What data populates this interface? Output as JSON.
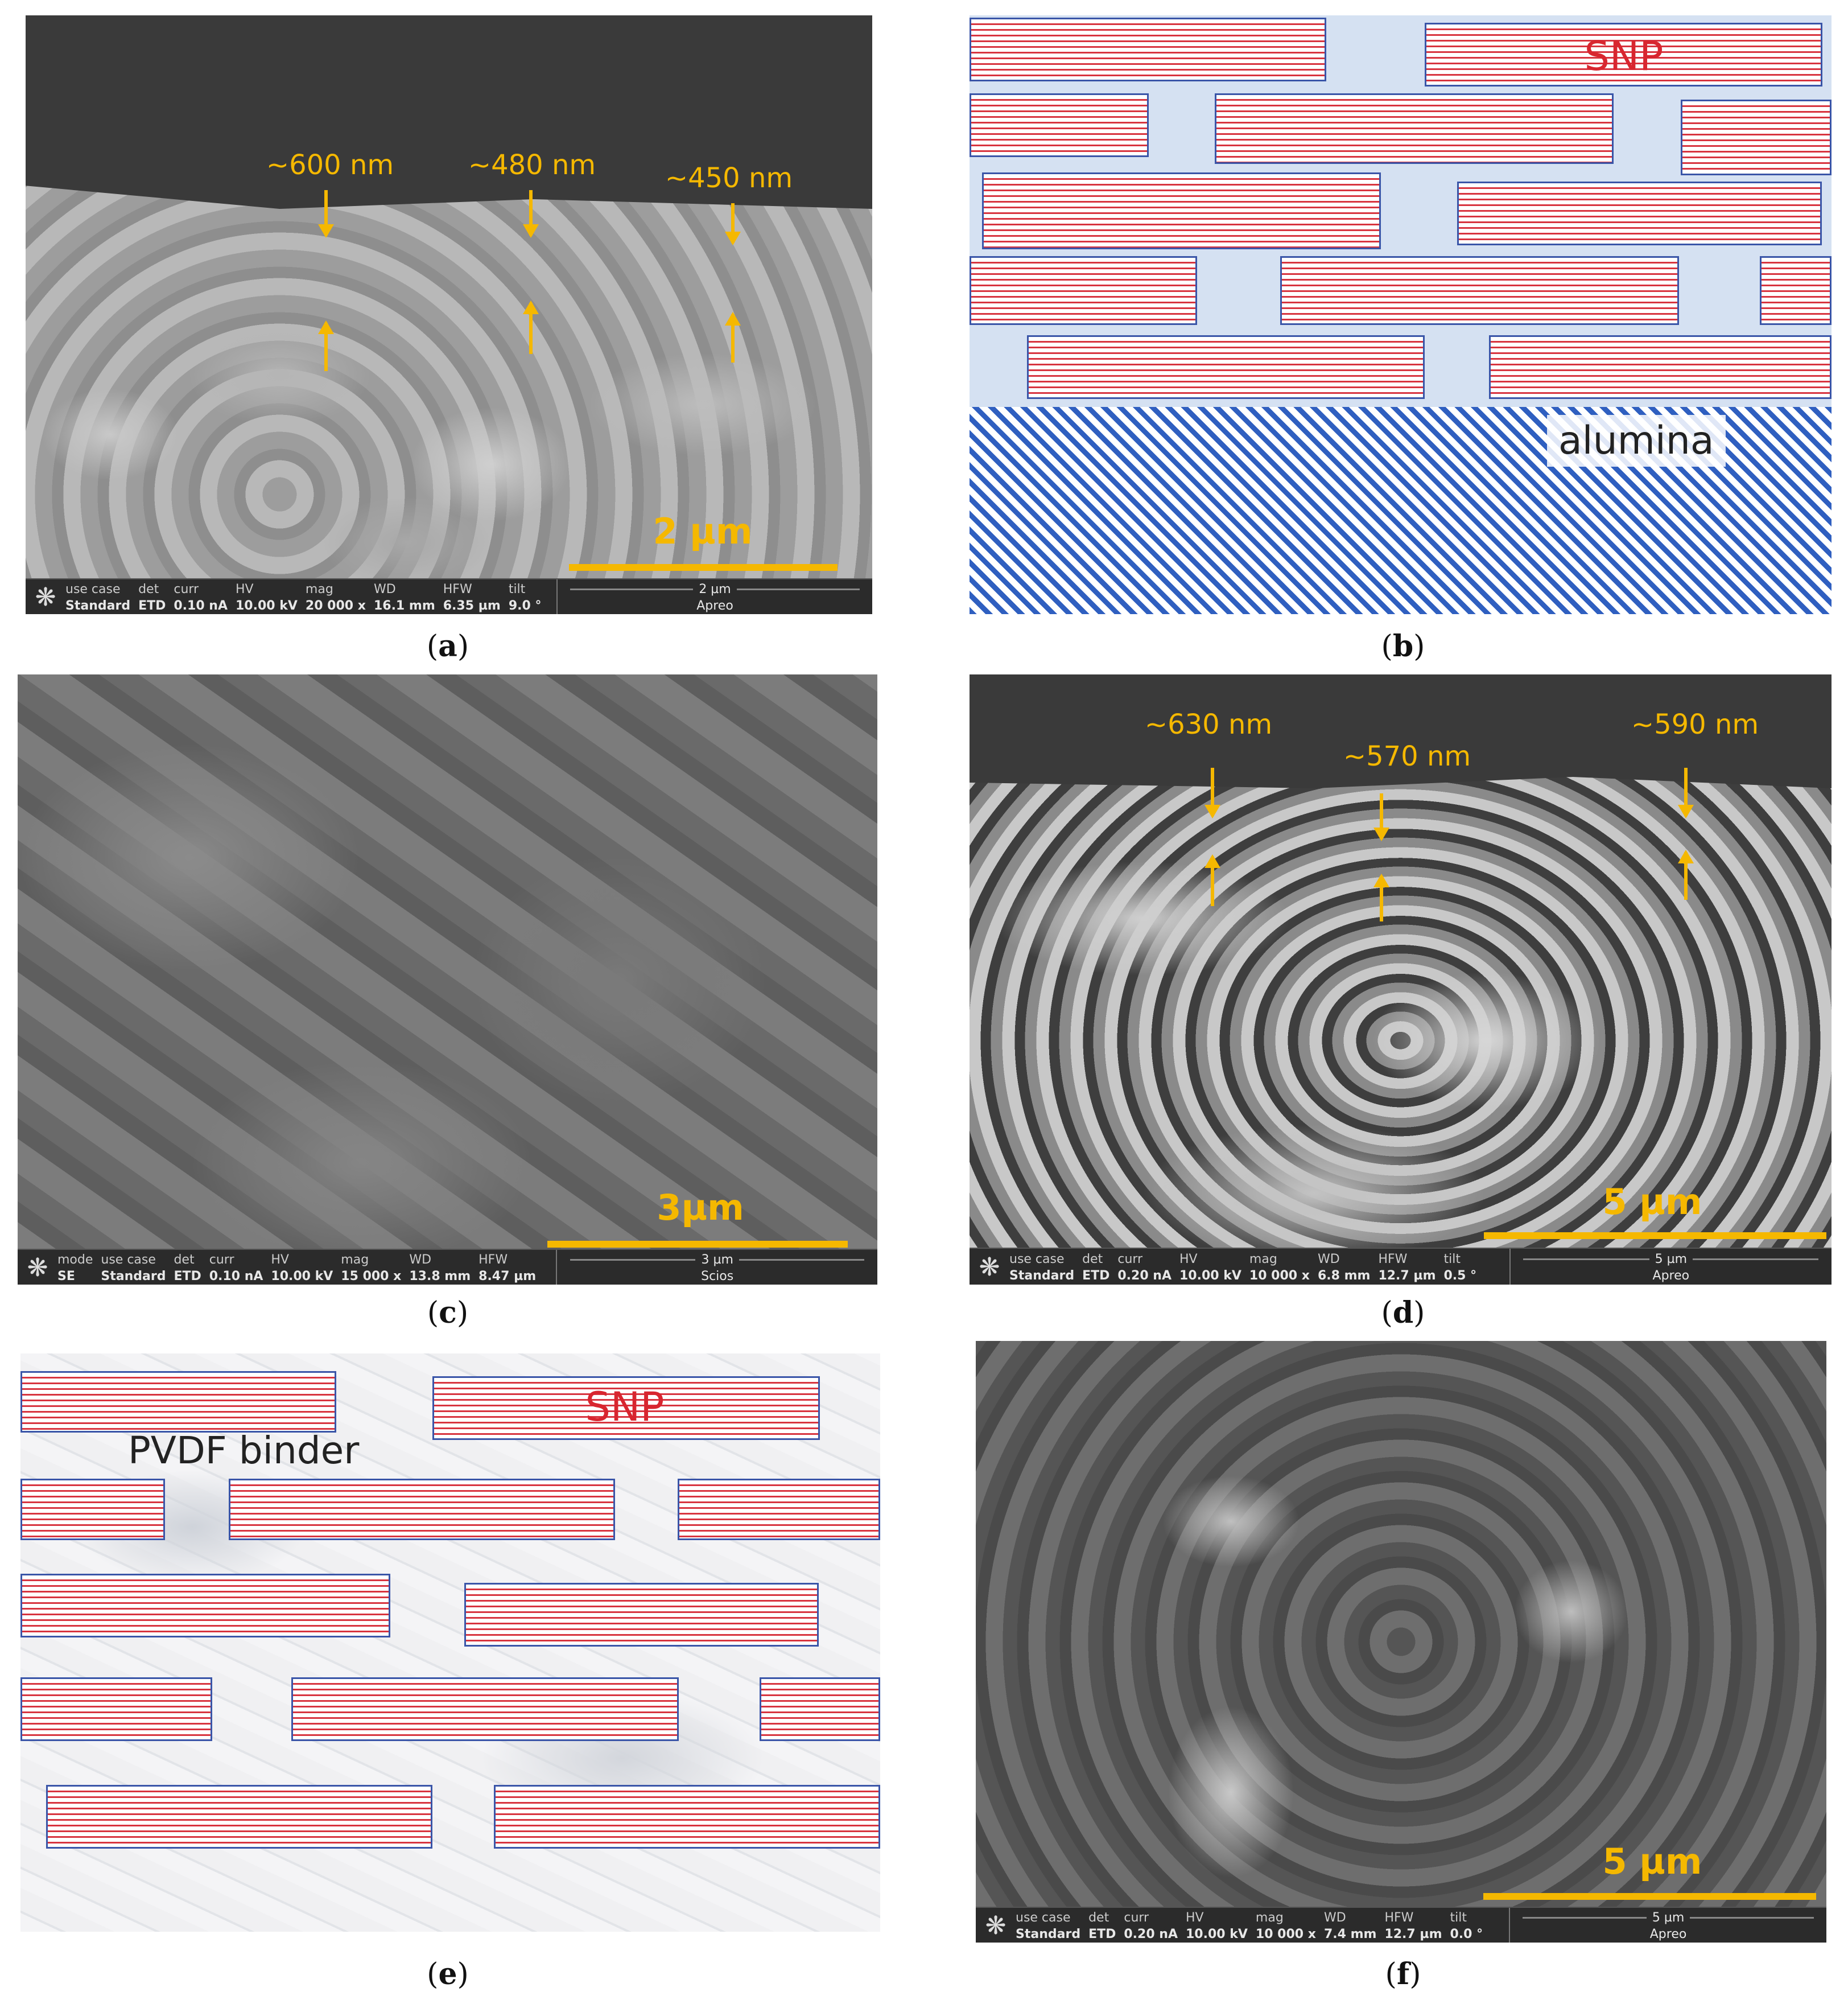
{
  "figure": {
    "captions": {
      "a": "a",
      "b": "b",
      "c": "c",
      "d": "d",
      "e": "e",
      "f": "f"
    },
    "panel_a": {
      "annotations": [
        "~600 nm",
        "~480 nm",
        "~450 nm"
      ],
      "scale_label": "2 µm",
      "info": {
        "headers": [
          "use case",
          "det",
          "curr",
          "HV",
          "mag",
          "WD",
          "HFW",
          "tilt"
        ],
        "values": [
          "Standard",
          "ETD",
          "0.10 nA",
          "10.00 kV",
          "20 000 x",
          "16.1 mm",
          "6.35 µm",
          "9.0 °"
        ],
        "scale_text": "2 µm",
        "instrument": "Apreo"
      }
    },
    "panel_b": {
      "snp_label": "SNP",
      "substrate_label": "alumina"
    },
    "panel_c": {
      "scale_label": "3µm",
      "info": {
        "headers": [
          "mode",
          "use case",
          "det",
          "curr",
          "HV",
          "mag",
          "WD",
          "HFW"
        ],
        "values": [
          "SE",
          "Standard",
          "ETD",
          "0.10 nA",
          "10.00 kV",
          "15 000 x",
          "13.8 mm",
          "8.47 µm"
        ],
        "scale_text": "3 µm",
        "instrument": "Scios"
      }
    },
    "panel_d": {
      "annotations": [
        "~630 nm",
        "~570 nm",
        "~590 nm"
      ],
      "scale_label": "5 µm",
      "info": {
        "headers": [
          "use case",
          "det",
          "curr",
          "HV",
          "mag",
          "WD",
          "HFW",
          "tilt"
        ],
        "values": [
          "Standard",
          "ETD",
          "0.20 nA",
          "10.00 kV",
          "10 000 x",
          "6.8 mm",
          "12.7 µm",
          "0.5 °"
        ],
        "scale_text": "5 µm",
        "instrument": "Apreo"
      }
    },
    "panel_e": {
      "snp_label": "SNP",
      "binder_label": "PVDF binder"
    },
    "panel_f": {
      "scale_label": "5 µm",
      "info": {
        "headers": [
          "use case",
          "det",
          "curr",
          "HV",
          "mag",
          "WD",
          "HFW",
          "tilt"
        ],
        "values": [
          "Standard",
          "ETD",
          "0.20 nA",
          "10.00 kV",
          "10 000 x",
          "7.4 mm",
          "12.7 µm",
          "0.0 °"
        ],
        "scale_text": "5 µm",
        "instrument": "Apreo"
      }
    },
    "colors": {
      "annotation": "#f5b800",
      "snp_stripe": "#d8343f",
      "brick_border": "#3a55a8",
      "alumina_stripe": "#2f5fc0",
      "schematic_bg": "#d5e1f2"
    }
  }
}
